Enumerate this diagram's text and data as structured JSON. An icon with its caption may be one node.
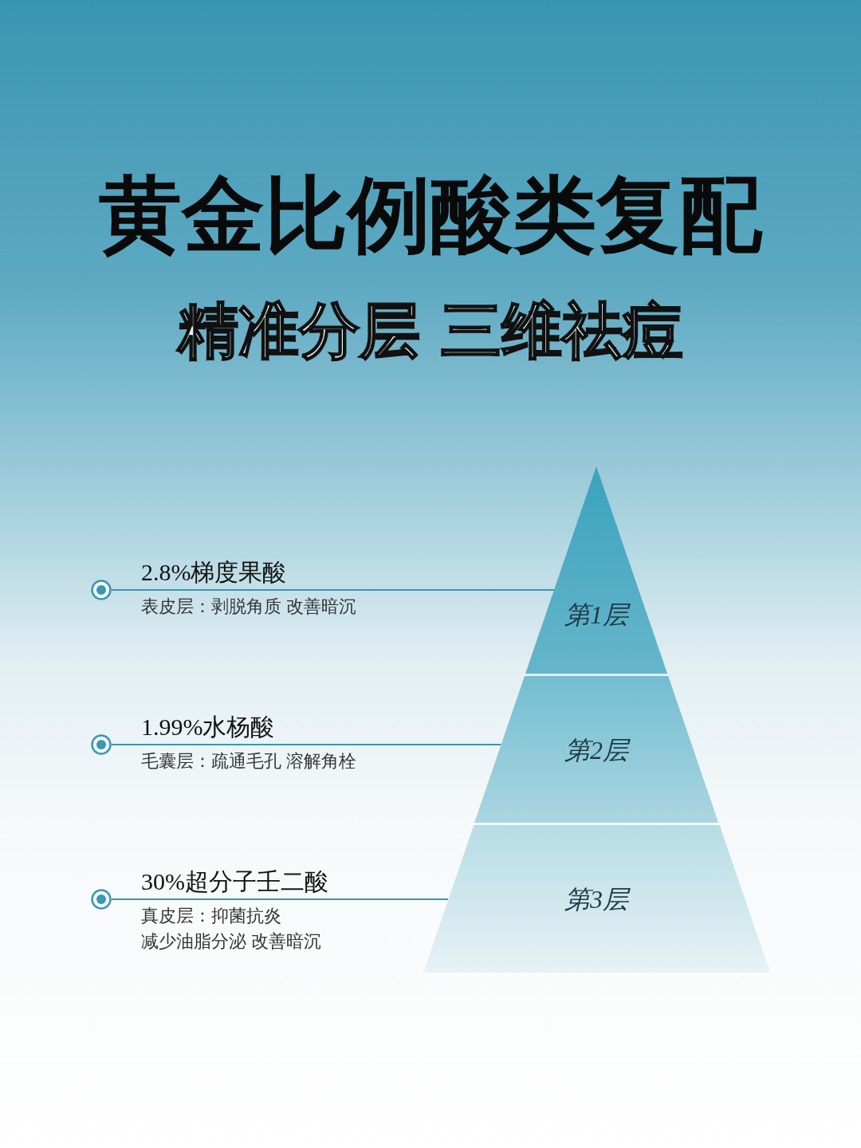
{
  "diagram": {
    "title": "黄金比例酸类复配",
    "caption": "精准分层 三维祛痘",
    "nodes": [
      {
        "text": [
          "第1层"
        ]
      },
      {
        "text": [
          "第2层"
        ]
      },
      {
        "text": [
          "第3层"
        ]
      },
      {
        "text": [],
        "shape": "circle",
        "beside": [
          "2.8%梯度果酸",
          "表皮层：剥脱角质 改善暗沉"
        ]
      },
      {
        "text": [],
        "shape": "circle",
        "beside": [
          "1.99%水杨酸",
          "毛囊层：疏通毛孔 溶解角栓"
        ]
      },
      {
        "text": [],
        "shape": "circle",
        "beside": [
          "30%超分子壬二酸",
          "真皮层：抑菌抗炎",
          "减少油脂分泌 改善暗沉"
        ]
      }
    ],
    "edges": [
      {
        "from": 3,
        "to": 0,
        "arrow": "none"
      },
      {
        "from": 4,
        "to": 1,
        "arrow": "none"
      },
      {
        "from": 5,
        "to": 2,
        "arrow": "none"
      }
    ]
  }
}
